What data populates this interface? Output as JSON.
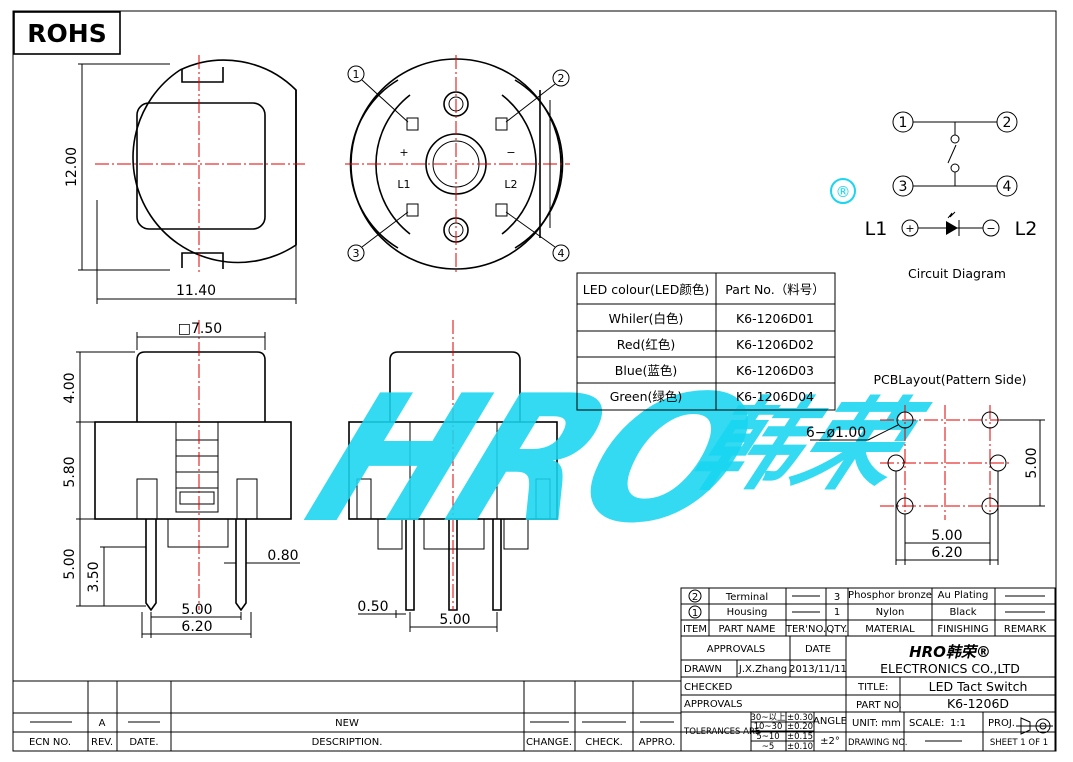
{
  "rohs": "ROHS",
  "dims": {
    "top_h": "12.00",
    "top_w": "11.40",
    "sq": "□7.50",
    "v400": "4.00",
    "v580": "5.80",
    "v500": "5.00",
    "v350": "3.50",
    "w080": "0.80",
    "w500a": "5.00",
    "w620a": "6.20",
    "w050": "0.50",
    "w500b": "5.00"
  },
  "leds": {
    "l1": "L1",
    "l2": "L2",
    "plus": "+",
    "minus": "−"
  },
  "callouts": [
    "1",
    "2",
    "3",
    "4"
  ],
  "watermark": {
    "brand": "HRO",
    "cn": "韩荣",
    "reg": "®"
  },
  "colour_table": {
    "header": [
      "LED colour(LED颜色)",
      "Part No.（料号）"
    ],
    "rows": [
      [
        "Whiler(白色)",
        "K6-1206D01"
      ],
      [
        "Red(红色)",
        "K6-1206D02"
      ],
      [
        "Blue(蓝色)",
        "K6-1206D03"
      ],
      [
        "Green(绿色)",
        "K6-1206D04"
      ]
    ]
  },
  "circuit": {
    "title": "Circuit Diagram",
    "n1": "1",
    "n2": "2",
    "n3": "3",
    "n4": "4",
    "l1": "L1",
    "l2": "L2"
  },
  "pcb": {
    "title": "PCBLayout(Pattern Side)",
    "hole": "6−ø1.00",
    "w500": "5.00",
    "w620": "6.20",
    "h500": "5.00"
  },
  "bom": {
    "rows": [
      [
        "2",
        "Terminal",
        "3",
        "Phosphor bronze",
        "Au Plating"
      ],
      [
        "1",
        "Housing",
        "1",
        "Nylon",
        "Black"
      ]
    ],
    "header": [
      "ITEM",
      "PART NAME",
      "TER'NO.",
      "QTY.",
      "MATERIAL",
      "FINISHING",
      "REMARK"
    ]
  },
  "title_block": {
    "approvals": "APPROVALS",
    "date": "DATE",
    "drawn": "DRAWN",
    "drawn_by": "J.X.Zhang",
    "drawn_date": "2013/11/11",
    "checked": "CHECKED",
    "approvals2": "APPROVALS",
    "company_logo": "HRO韩荣®",
    "company": "ELECTRONICS CO.,LTD",
    "title_lbl": "TITLE:",
    "title": "LED Tact Switch",
    "partno_lbl": "PART NO.",
    "partno": "K6-1206D",
    "tol": "TOLERANCES ARE",
    "tol_ranges": [
      "30~以上",
      "10~30",
      "5~10",
      "~5"
    ],
    "tol_vals": [
      "±0.30",
      "±0.20",
      "±0.15",
      "±0.10"
    ],
    "angle": "ANGLE",
    "angle_val": "±2°",
    "unit": "UNIT: mm",
    "scale_lbl": "SCALE:",
    "scale": "1:1",
    "proj": "PROJ.",
    "drawing_no": "DRAWING NO.",
    "sheet": "SHEET  1  OF  1"
  },
  "revision": {
    "rev": "A",
    "desc": "NEW",
    "headers": [
      "ECN NO.",
      "REV.",
      "DATE.",
      "DESCRIPTION.",
      "CHANGE.",
      "CHECK.",
      "APPRO."
    ]
  }
}
